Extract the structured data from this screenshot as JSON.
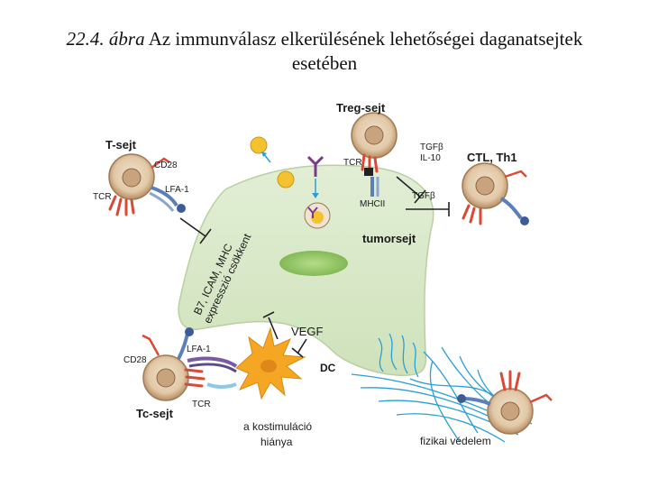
{
  "caption": {
    "figure_number": "22.4. ábra",
    "title_line1": "Az immunválasz elkerülésének lehetőségei daganatsejtek",
    "title_line2": "esetében"
  },
  "labels": {
    "treg": "Treg-sejt",
    "tcell": "T-sejt",
    "cd28_top": "CD28",
    "tcr_left": "TCR",
    "lfa1_top": "LFA-1",
    "tgfb_il10_1": "TGFβ",
    "tgfb_il10_2": "IL-10",
    "tcr_treg": "TCR",
    "mhcii": "MHCII",
    "tgfb_right": "TGFβ",
    "ctl": "CTL, Th1",
    "tumor": "tumorsejt",
    "expr1": "B7, ICAM, MHC",
    "expr2": "expresszió csökkent",
    "vegf": "VEGF",
    "dc": "DC",
    "lfa1_bottom": "LFA-1",
    "cd28_bottom": "CD28",
    "tc": "Tc-sejt",
    "tcr_bottom": "TCR",
    "costim1": "a kostimuláció",
    "costim2": "hiánya",
    "physical": "fizikai védelem"
  },
  "colors": {
    "tumor_fill": "#d6e8c4",
    "nucleus_fill": "#8fc65a",
    "cell_ring": "#c9a27e",
    "cell_core": "#efe3d2",
    "receptor_red": "#d94a36",
    "receptor_blue": "#5b7fb8",
    "fiber_blue": "#2a9fd4",
    "dc_orange": "#f5a623",
    "antigen_yellow": "#f2c230",
    "antibody_purple": "#7a3a8c"
  }
}
